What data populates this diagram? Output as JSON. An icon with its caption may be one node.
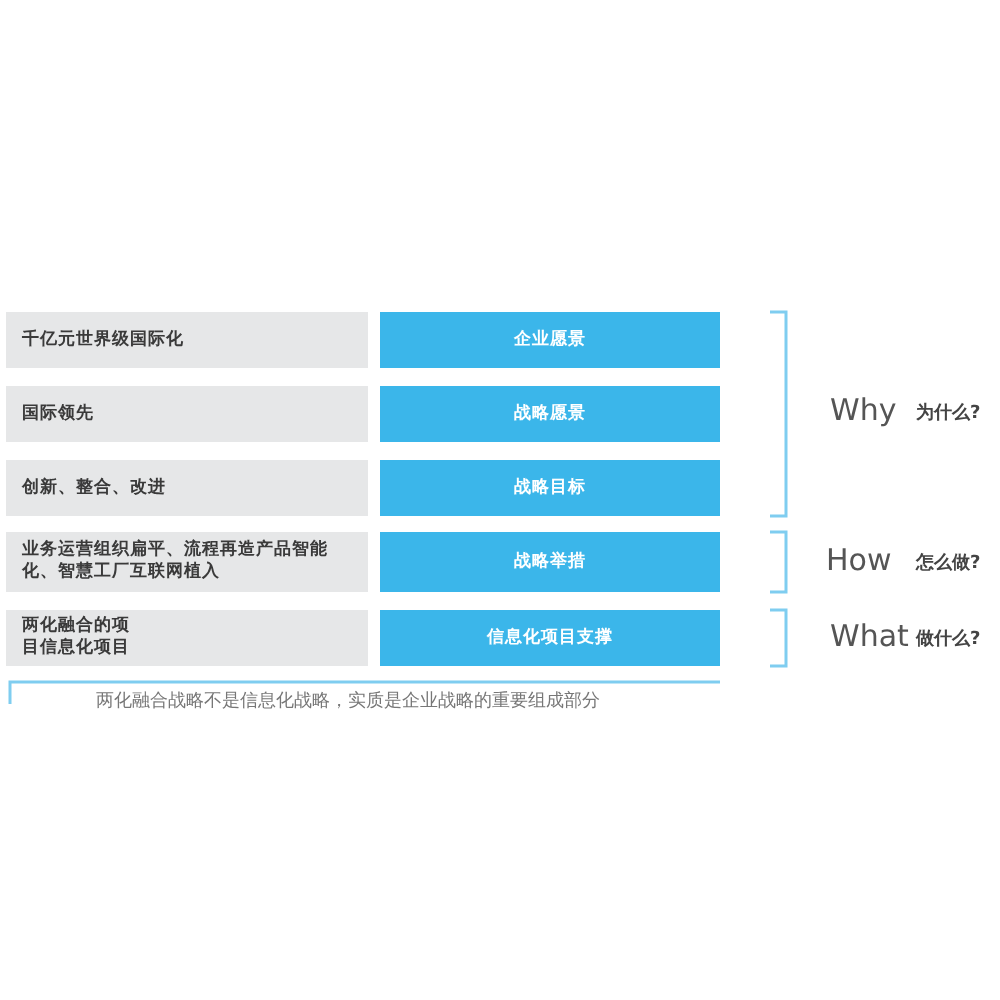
{
  "diagram": {
    "nodes": [
      {
        "text": [
          "千亿元世界级国际化"
        ]
      },
      {
        "text": [
          "企业愿景"
        ]
      },
      {
        "text": [
          "国际领先"
        ]
      },
      {
        "text": [
          "战略愿景"
        ]
      },
      {
        "text": [
          "创新、整合、改进"
        ]
      },
      {
        "text": [
          "战略目标"
        ]
      },
      {
        "text": [
          "业务运营组织扁平、流程再造产品智能化、智慧工厂互联网植入"
        ]
      },
      {
        "text": [
          "战略举措"
        ]
      },
      {
        "text": [
          "两化融合的项目信息化项目"
        ]
      },
      {
        "text": [
          "信息化项目支撑"
        ]
      }
    ],
    "labels": [
      "Why",
      "为什么?",
      "How",
      "怎么做?",
      "What",
      "做什么?",
      "两化融合战略不是信息化战略，实质是企业战略的重要组成部分"
    ]
  }
}
